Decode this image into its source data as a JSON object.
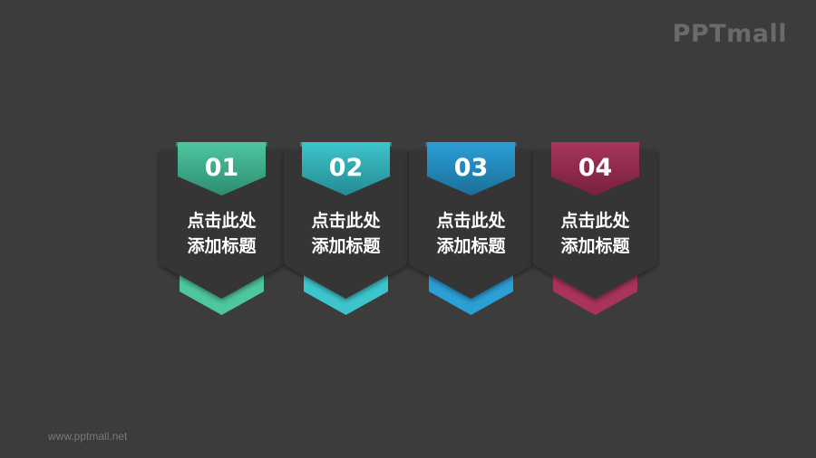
{
  "logo": "PPTmall",
  "footer": "www.pptmall.net",
  "cards": [
    {
      "number": "01",
      "line1": "点击此处",
      "line2": "添加标题",
      "color": "#4ec6a0",
      "dark": "#2e8c70",
      "icon": "ribbon-tab-icon"
    },
    {
      "number": "02",
      "line1": "点击此处",
      "line2": "添加标题",
      "color": "#3ec4cc",
      "dark": "#258b92",
      "icon": "ribbon-tab-icon"
    },
    {
      "number": "03",
      "line1": "点击此处",
      "line2": "添加标题",
      "color": "#2b9fd6",
      "dark": "#1b6f98",
      "icon": "ribbon-tab-icon"
    },
    {
      "number": "04",
      "line1": "点击此处",
      "line2": "添加标题",
      "color": "#a8345c",
      "dark": "#76203f",
      "icon": "ribbon-tab-icon"
    }
  ]
}
